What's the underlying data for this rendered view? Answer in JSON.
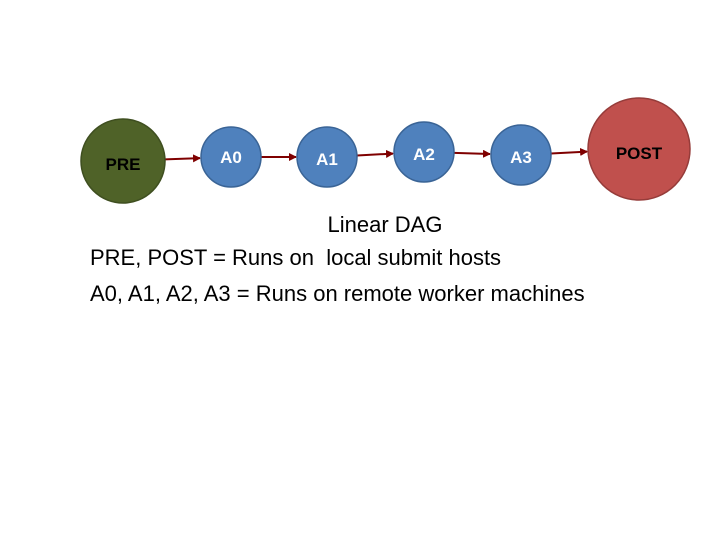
{
  "diagram": {
    "nodes": [
      {
        "id": "PRE",
        "label": "PRE",
        "color": "#4f6228",
        "stroke": "#3f4f20",
        "text_color": "#000000"
      },
      {
        "id": "A0",
        "label": "A0",
        "color": "#4f81bd",
        "stroke": "#3a6496",
        "text_color": "#ffffff"
      },
      {
        "id": "A1",
        "label": "A1",
        "color": "#4f81bd",
        "stroke": "#3a6496",
        "text_color": "#ffffff"
      },
      {
        "id": "A2",
        "label": "A2",
        "color": "#4f81bd",
        "stroke": "#3a6496",
        "text_color": "#ffffff"
      },
      {
        "id": "A3",
        "label": "A3",
        "color": "#4f81bd",
        "stroke": "#3a6496",
        "text_color": "#ffffff"
      },
      {
        "id": "POST",
        "label": "POST",
        "color": "#c0504d",
        "stroke": "#963c3a",
        "text_color": "#000000"
      }
    ],
    "edges": [
      {
        "from": "PRE",
        "to": "A0"
      },
      {
        "from": "A0",
        "to": "A1"
      },
      {
        "from": "A1",
        "to": "A2"
      },
      {
        "from": "A2",
        "to": "A3"
      },
      {
        "from": "A3",
        "to": "POST"
      }
    ],
    "edge_color": "#7f0000"
  },
  "caption": {
    "title": "Linear DAG",
    "line1": "PRE, POST = Runs on  local submit hosts",
    "line2": "A0, A1, A2, A3 = Runs on remote worker machines"
  }
}
